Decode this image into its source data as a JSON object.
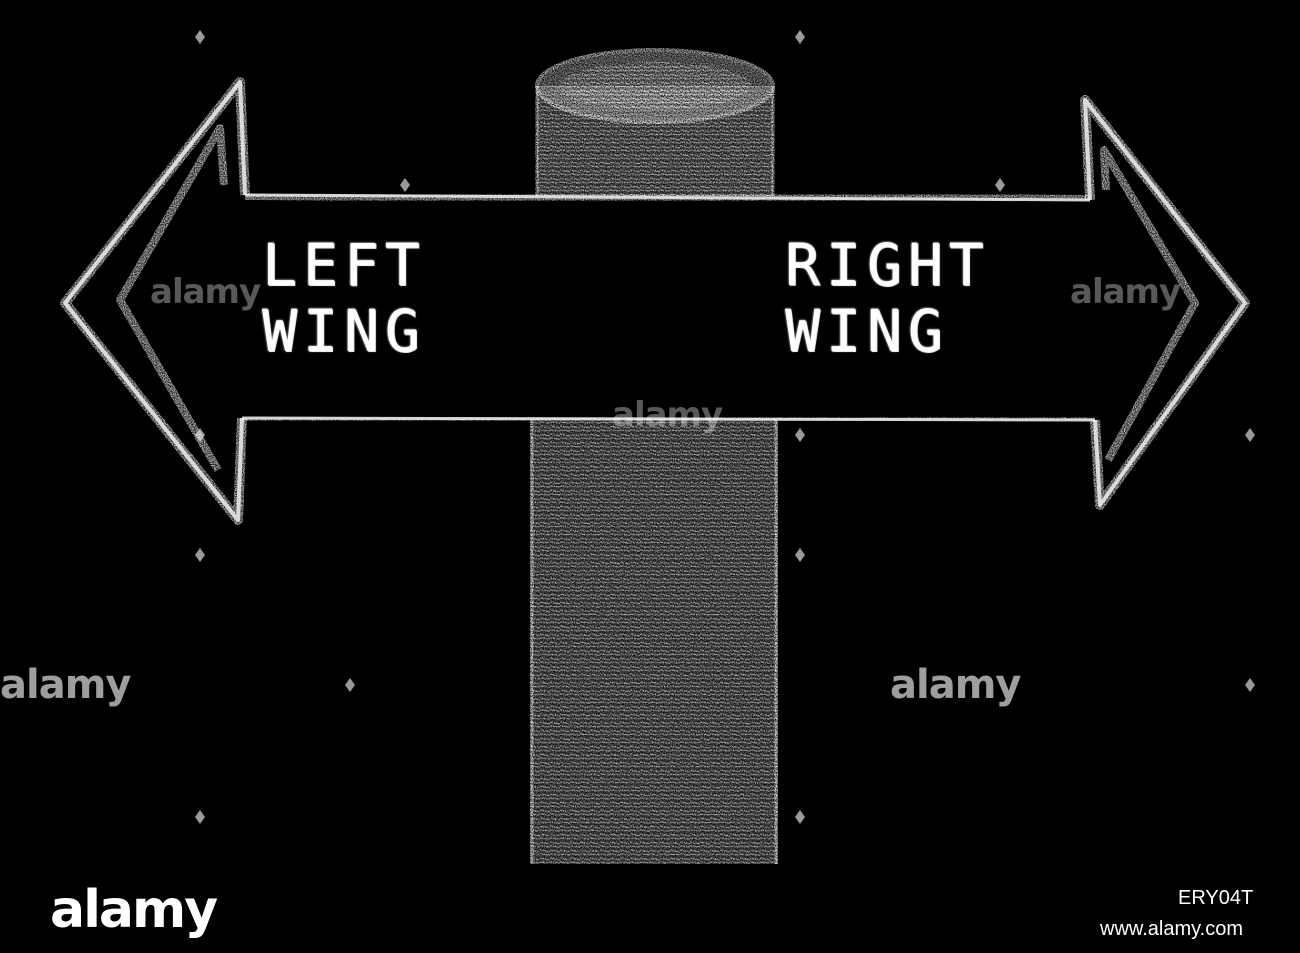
{
  "sign": {
    "left_label": "LEFT\nWING",
    "right_label": "RIGHT\nWING"
  },
  "watermark": {
    "brand": "alamy",
    "image_id": "ERY04T",
    "site": "www.alamy.com"
  },
  "colors": {
    "background": "#000000",
    "chalk": "#ffffff"
  }
}
